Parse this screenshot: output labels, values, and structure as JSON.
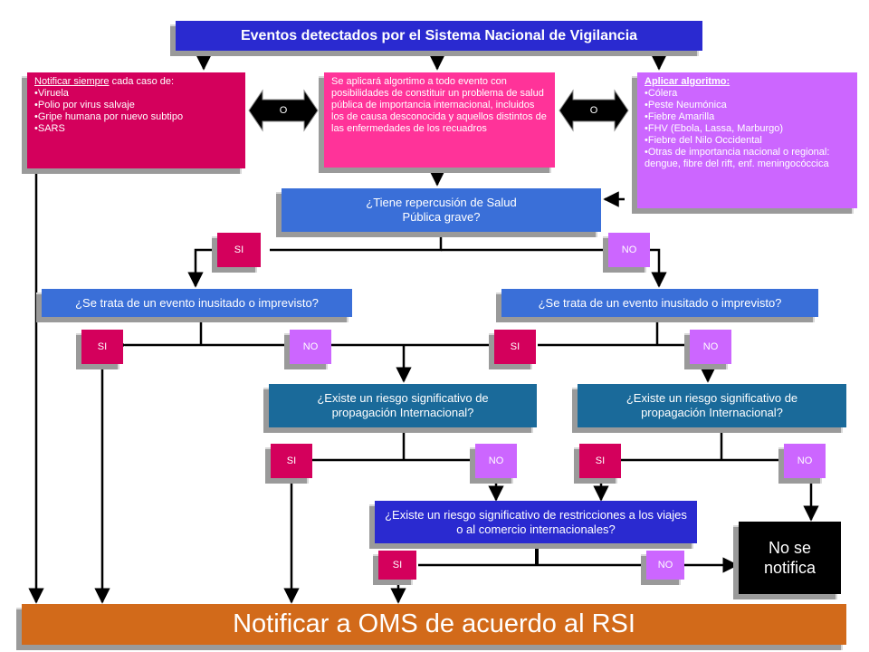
{
  "header": "Eventos detectados por el Sistema Nacional de Vigilancia",
  "left_box": {
    "title": "Notificar siempre",
    "title_suffix": " cada caso de:",
    "items": [
      "Viruela",
      "Polio por virus salvaje",
      "Gripe humana por nuevo subtipo",
      "SARS"
    ]
  },
  "middle_box": "Se aplicará algortimo a todo evento con posibilidades de constituir un problema de salud pública de importancia internacional, incluidos los de causa desconocida y aquellos distintos de las enfermedades de los recuadros",
  "right_box": {
    "title": "Aplicar algoritmo:",
    "items": [
      "Cólera",
      "Peste Neumónica",
      "Fiebre Amarilla",
      "FHV (Ebola, Lassa, Marburgo)",
      "Fiebre del Nilo Occidental",
      "Otras de importancia nacional o regional: dengue, fibre del rift, enf. meningocóccica"
    ]
  },
  "or_label": "O",
  "q_repercusion": "¿Tiene repercusión de Salud Pública grave?",
  "q_inusitado": "¿Se trata de un evento inusitado o imprevisto?",
  "q_propagacion": "¿Existe un riesgo significativo de propagación Internacional?",
  "q_restricciones": "¿Existe un riesgo significativo de restricciones a los viajes o al comercio internacionales?",
  "yes": "SI",
  "no": "NO",
  "no_notifica": "No se notifica",
  "notify_oms": "Notificar a OMS de acuerdo al RSI",
  "colors": {
    "header": "#2a2ad0",
    "magenta": "#d4005c",
    "pink": "#ff3399",
    "violet": "#cc66ff",
    "blue_q": "#3a6fd8",
    "teal_q": "#1a6a9a",
    "orange": "#d26a1a",
    "black": "#000000"
  }
}
